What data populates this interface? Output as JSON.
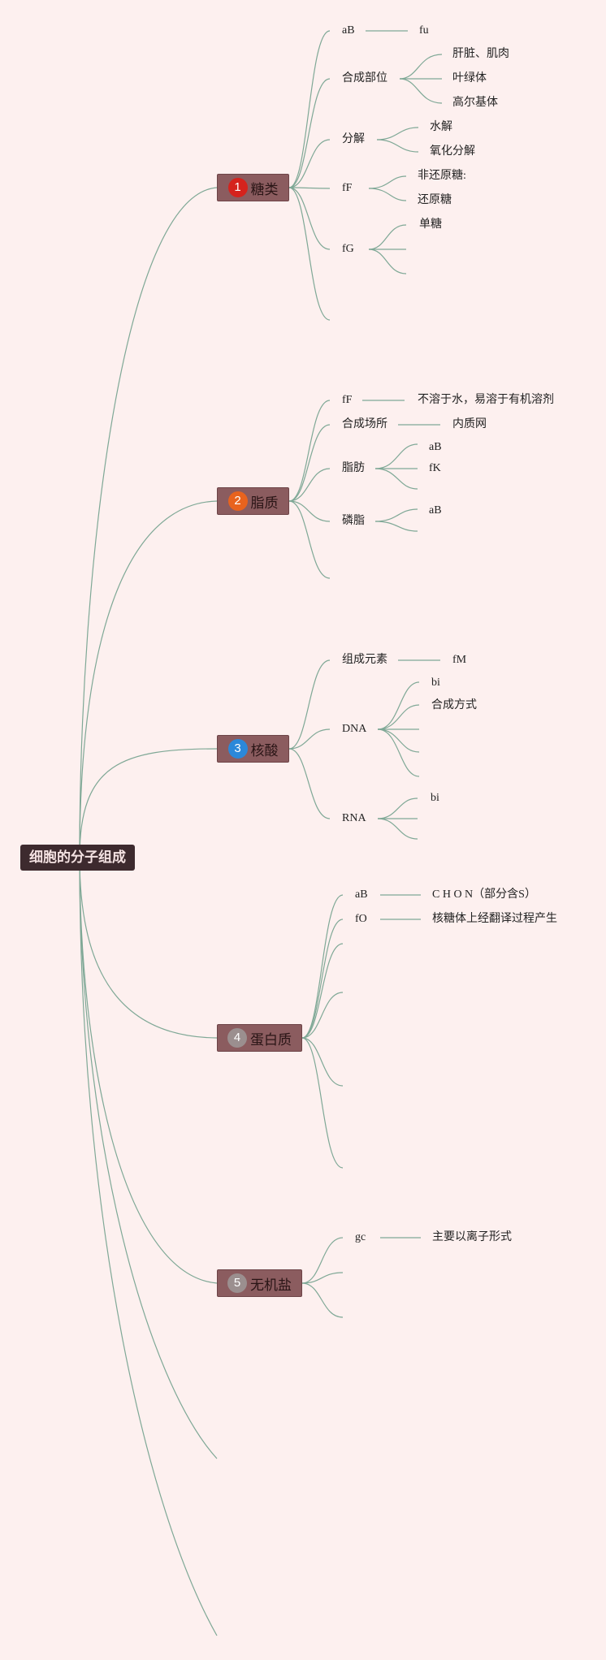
{
  "root": {
    "label": "细胞的分子组成"
  },
  "branches": [
    {
      "num": "1",
      "label": "糖类",
      "badge_color": "#d5231d"
    },
    {
      "num": "2",
      "label": "脂质",
      "badge_color": "#e8631e"
    },
    {
      "num": "3",
      "label": "核酸",
      "badge_color": "#2b88d9"
    },
    {
      "num": "4",
      "label": "蛋白质",
      "badge_color": "#9b8f8f"
    },
    {
      "num": "5",
      "label": "无机盐",
      "badge_color": "#9b8f8f"
    }
  ],
  "nodes": {
    "sugar": {
      "ab": "aB",
      "ab_child": "fu",
      "site": "合成部位",
      "site_1": "肝脏、肌肉",
      "site_2": "叶绿体",
      "site_3": "高尔基体",
      "decompose": "分解",
      "decompose_1": "水解",
      "decompose_2": "氧化分解",
      "ff": "fF",
      "ff_1": "非还原糖:",
      "ff_2": "还原糖",
      "fg": "fG",
      "fg_1": "单糖"
    },
    "lipid": {
      "ff": "fF",
      "ff_child": "不溶于水，易溶于有机溶剂",
      "site": "合成场所",
      "site_child": "内质网",
      "fat": "脂肪",
      "fat_1": "aB",
      "fat_2": "fK",
      "phospho": "磷脂",
      "phospho_1": "aB"
    },
    "nucleic": {
      "elements": "组成元素",
      "elements_child": "fM",
      "dna": "DNA",
      "dna_1": "bi",
      "dna_2": "合成方式",
      "rna": "RNA",
      "rna_1": "bi"
    },
    "protein": {
      "ab": "aB",
      "ab_child": "C H O N（部分含S）",
      "fo": "fO",
      "fo_child": "核糖体上经翻译过程产生"
    },
    "salt": {
      "gc": "gc",
      "gc_child": "主要以离子形式"
    }
  }
}
